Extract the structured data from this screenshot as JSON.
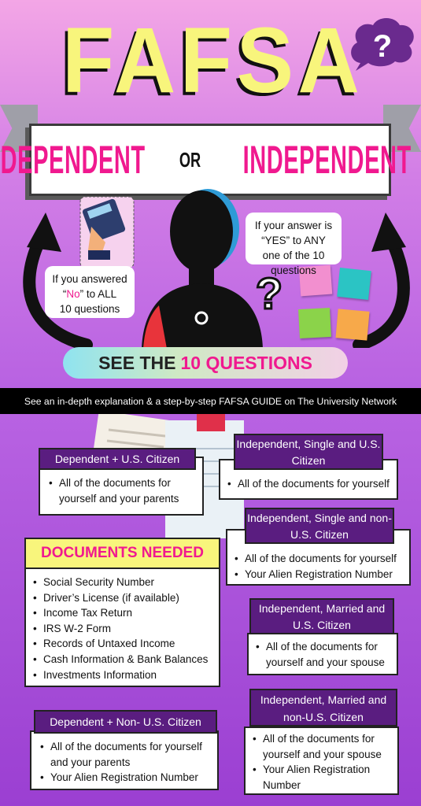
{
  "header": {
    "title": "FAFSA",
    "banner_left": "DEPENDENT",
    "banner_or": "OR",
    "banner_right": "INDEPENDENT"
  },
  "bubbles": {
    "left": {
      "line1": "If you answered",
      "q_open": "“",
      "no": "No",
      "q_close": "” to ALL",
      "line3": "10 questions"
    },
    "right": "If your answer is “YES” to ANY one of the 10 questions"
  },
  "cta": {
    "prefix": "SEE THE",
    "highlight": "10 QUESTIONS"
  },
  "link_bar": "See an in-depth explanation & a step-by-step FAFSA GUIDE on The University Network",
  "cards": {
    "dep_us": {
      "title": "Dependent + U.S. Citizen",
      "items": [
        "All of the documents for yourself and your parents"
      ]
    },
    "ind_single_us": {
      "title": "Independent, Single and U.S. Citizen",
      "items": [
        "All of the documents for yourself"
      ]
    },
    "ind_single_nonus": {
      "title": "Independent, Single and non-U.S. Citizen",
      "items": [
        "All of the documents for yourself",
        "Your Alien Registration Number"
      ]
    },
    "docs": {
      "title": "DOCUMENTS NEEDED",
      "items": [
        "Social Security Number",
        "Driver’s License (if available)",
        "Income Tax Return",
        "IRS W-2 Form",
        "Records of Untaxed Income",
        "Cash Information & Bank Balances",
        "Investments Information"
      ]
    },
    "ind_married_us": {
      "title": "Independent, Married and U.S. Citizen",
      "items": [
        "All of the documents for yourself and your spouse"
      ]
    },
    "ind_married_nonus": {
      "title": "Independent, Married and non-U.S. Citizen",
      "items": [
        "All of the documents for yourself and your spouse",
        "Your Alien Registration Number"
      ]
    },
    "dep_nonus": {
      "title": "Dependent + Non- U.S. Citizen",
      "items": [
        "All of the documents for yourself and your parents",
        "Your Alien Registration Number"
      ]
    }
  },
  "colors": {
    "pink_accent": "#f0198f",
    "title_yellow": "#f8f57c",
    "card_header_purple": "#5a1d80",
    "bg_purple": "#b862e2"
  },
  "icons": [
    "question-bubble-icon",
    "calculator-hand-icon",
    "silhouette-icon",
    "question-mark-icon",
    "sticky-notes-icon",
    "curved-arrow-left-icon",
    "curved-arrow-right-icon"
  ]
}
